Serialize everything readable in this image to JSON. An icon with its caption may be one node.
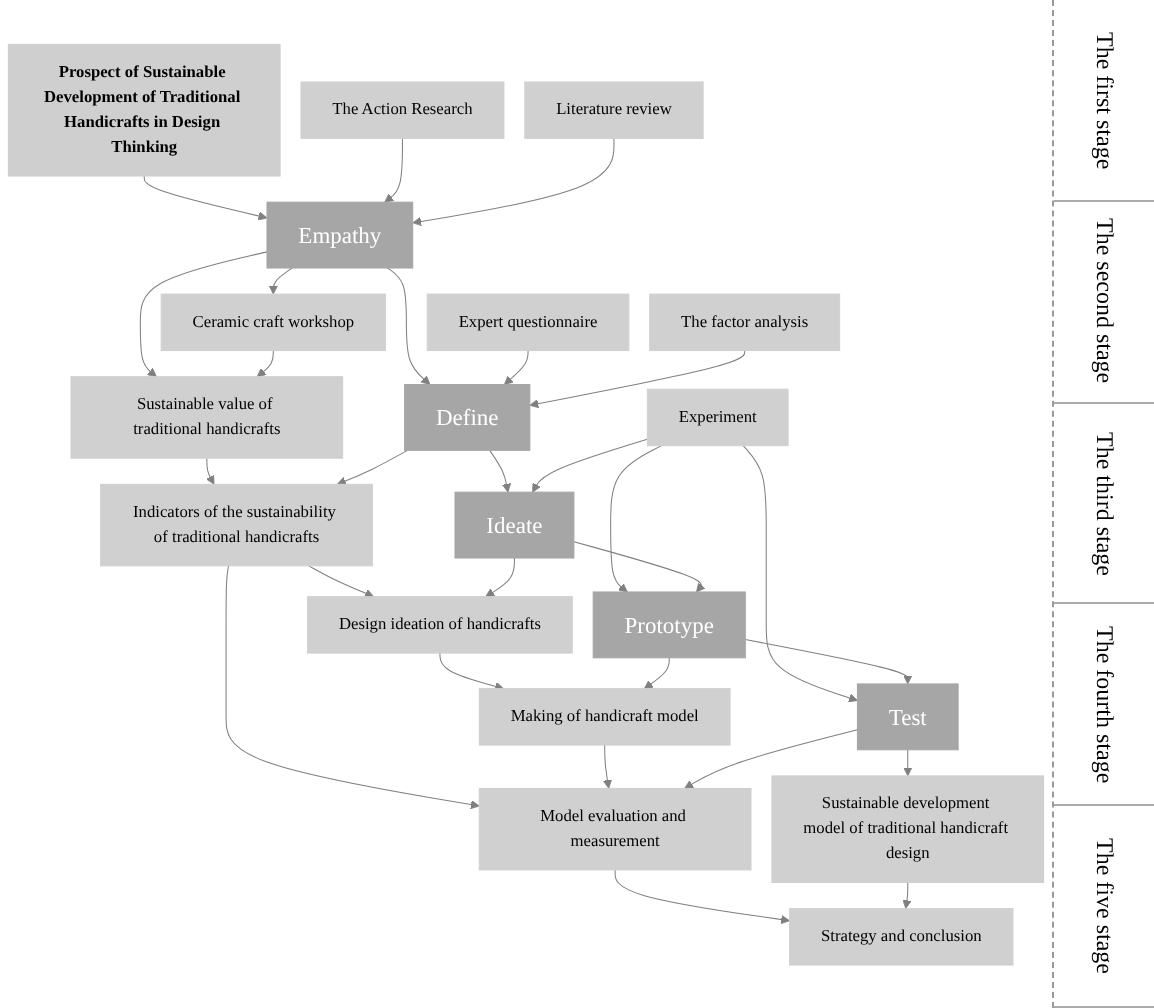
{
  "diagram": {
    "nodes": [
      {
        "text": [
          "Prospect of Sustainable Development of Traditional Handicrafts in Design Thinking"
        ]
      },
      {
        "text": [
          "The Action Research"
        ]
      },
      {
        "text": [
          "Literature review"
        ]
      },
      {
        "text": [
          "Empathy"
        ]
      },
      {
        "text": [
          "Ceramic craft workshop"
        ]
      },
      {
        "text": [
          "Sustainable value of traditional handicrafts"
        ]
      },
      {
        "text": [
          "Expert questionnaire"
        ]
      },
      {
        "text": [
          "The factor analysis"
        ]
      },
      {
        "text": [
          "Define"
        ]
      },
      {
        "text": [
          "Indicators of the sustainability of traditional handicrafts"
        ]
      },
      {
        "text": [
          "Ideate"
        ]
      },
      {
        "text": [
          "Design ideation of handicrafts"
        ]
      },
      {
        "text": [
          "Experiment"
        ]
      },
      {
        "text": [
          "Prototype"
        ]
      },
      {
        "text": [
          "Making of handicraft model"
        ]
      },
      {
        "text": [
          "Test"
        ]
      },
      {
        "text": [
          "Model evaluation and measurement"
        ]
      },
      {
        "text": [
          "Sustainable development model of traditional handicraft design"
        ]
      },
      {
        "text": [
          "Strategy and conclusion"
        ]
      }
    ],
    "edges": [
      {
        "from": 0,
        "to": 3,
        "arrow": "to"
      },
      {
        "from": 1,
        "to": 3,
        "arrow": "to"
      },
      {
        "from": 2,
        "to": 3,
        "arrow": "to"
      },
      {
        "from": 3,
        "to": 4,
        "arrow": "to"
      },
      {
        "from": 3,
        "to": 5,
        "arrow": "to"
      },
      {
        "from": 4,
        "to": 5,
        "arrow": "to"
      },
      {
        "from": 3,
        "to": 8,
        "arrow": "to"
      },
      {
        "from": 5,
        "to": 9,
        "arrow": "to"
      },
      {
        "from": 6,
        "to": 8,
        "arrow": "to"
      },
      {
        "from": 7,
        "to": 8,
        "arrow": "to"
      },
      {
        "from": 8,
        "to": 9,
        "arrow": "to"
      },
      {
        "from": 8,
        "to": 10,
        "arrow": "to"
      },
      {
        "from": 9,
        "to": 11,
        "arrow": "to"
      },
      {
        "from": 9,
        "to": 16,
        "arrow": "to"
      },
      {
        "from": 10,
        "to": 11,
        "arrow": "to"
      },
      {
        "from": 12,
        "to": 10,
        "arrow": "to"
      },
      {
        "from": 12,
        "to": 13,
        "arrow": "to"
      },
      {
        "from": 12,
        "to": 15,
        "arrow": "to"
      },
      {
        "from": 10,
        "to": 13,
        "arrow": "to"
      },
      {
        "from": 11,
        "to": 14,
        "arrow": "to"
      },
      {
        "from": 13,
        "to": 14,
        "arrow": "to"
      },
      {
        "from": 13,
        "to": 15,
        "arrow": "to"
      },
      {
        "from": 14,
        "to": 16,
        "arrow": "to"
      },
      {
        "from": 15,
        "to": 16,
        "arrow": "to"
      },
      {
        "from": 15,
        "to": 17,
        "arrow": "to"
      },
      {
        "from": 16,
        "to": 18,
        "arrow": "to"
      },
      {
        "from": 17,
        "to": 18,
        "arrow": "to"
      }
    ],
    "labels": [
      "The first stage",
      "The second stage",
      "The third stage",
      "The fourth stage",
      "The five stage"
    ]
  }
}
